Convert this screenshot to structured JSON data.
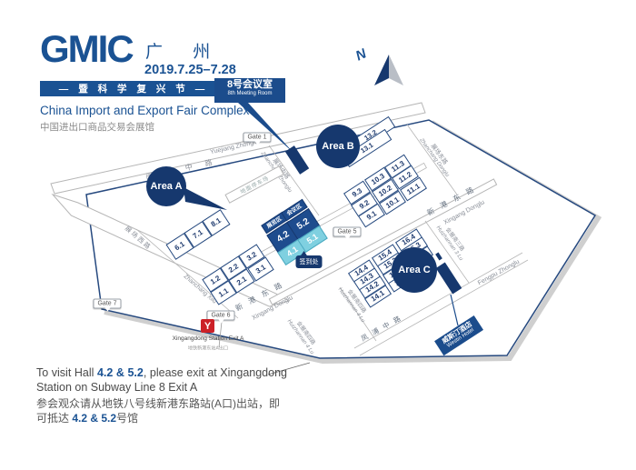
{
  "colors": {
    "brand_navy": "#1a5293",
    "badge_navy": "#16386e",
    "hall_dark": "#1e4c8e",
    "hall_cyan": "#7fd0e0",
    "road_gray": "#b6b6b6",
    "shadow_gray": "#cfcfcf",
    "metro_red": "#cc2127"
  },
  "header": {
    "logo": "GMIC",
    "city": "广 州",
    "dates": "2019.7.25–7.28",
    "tagline": "— 暨 科 学 复 兴 节 —",
    "title_en": "China Import and Export Fair Complex",
    "title_zh": "中国进出口商品交易会展馆"
  },
  "north_label": "N",
  "callout": {
    "zh": "8号会议室",
    "en": "8th Meeting Room"
  },
  "areas": {
    "a": "Area A",
    "b": "Area B",
    "c": "Area C"
  },
  "gates": {
    "g1": "Gate 1",
    "g5": "Gate 5",
    "g6": "Gate 6",
    "g7": "Gate 7"
  },
  "pin_checkin": "签到处",
  "station": {
    "logo": "Y",
    "en": "Xingangdong Station Exit A",
    "zh": "地铁新港东站A出口"
  },
  "westin": {
    "zh": "威斯汀酒店",
    "en": "Westin Hotel"
  },
  "annex": {
    "exhibition": "展览区",
    "conference": "会议区"
  },
  "parking": "地面停车场",
  "streets": {
    "yuejiang_zh": "阅 江 中 路",
    "yuejiang_py": "Yuejiang Zhonglu",
    "zhanchang_xilu_zh": "展场西路",
    "zhanchang_xilu_py": "Zhanchang Xilu",
    "zhanchang_zhonglu_zh": "展场中路",
    "zhanchang_zhonglu_py": "Zhanchang Zhonglu",
    "zhanchang_donglu_zh": "展场东路",
    "zhanchang_donglu_py": "Zhanchang Donglu",
    "xingang_zh": "新 港 东 路",
    "xingang_py": "Xingang Donglu",
    "fengpu_zh": "凤 浦 中 路",
    "fengpu_py": "Fengpu Zhonglu",
    "huizhannan3_zh": "会展南三路",
    "huizhannan3_py": "Huizhannan 3 Lu",
    "huizhannan4_zh": "会展南四路",
    "huizhannan4_py": "Huizhannan 4 Lu"
  },
  "halls": {
    "h1_1": "1.1",
    "h1_2": "1.2",
    "h2_1": "2.1",
    "h2_2": "2.2",
    "h3_1": "3.1",
    "h3_2": "3.2",
    "h4_1": "4.1",
    "h4_2": "4.2",
    "h5_1": "5.1",
    "h5_2": "5.2",
    "h6_1": "6.1",
    "h7_1": "7.1",
    "h8_1": "8.1",
    "h9_1": "9.1",
    "h9_2": "9.2",
    "h9_3": "9.3",
    "h10_1": "10.1",
    "h10_2": "10.2",
    "h10_3": "10.3",
    "h11_1": "11.1",
    "h11_2": "11.2",
    "h11_3": "11.3",
    "h13_1": "13.1",
    "h13_2": "13.2",
    "h14_1": "14.1",
    "h14_2": "14.2",
    "h14_3": "14.3",
    "h14_4": "14.4",
    "h15_1": "15.1",
    "h15_2": "15.2",
    "h15_3": "15.3",
    "h15_4": "15.4",
    "h16_2": "16.2",
    "h16_3": "16.3",
    "h16_4": "16.4"
  },
  "footer": {
    "en1": "To visit Hall ",
    "hall_nums": "4.2 & 5.2",
    "en2": ", please exit at Xingangdong Station on Subway Line 8 Exit A",
    "zh1": "参会观众请从地铁八号线新港东路站(A口)出站，即可抵达 ",
    "zh_nums": "4.2 & 5.2",
    "zh2": "号馆"
  }
}
